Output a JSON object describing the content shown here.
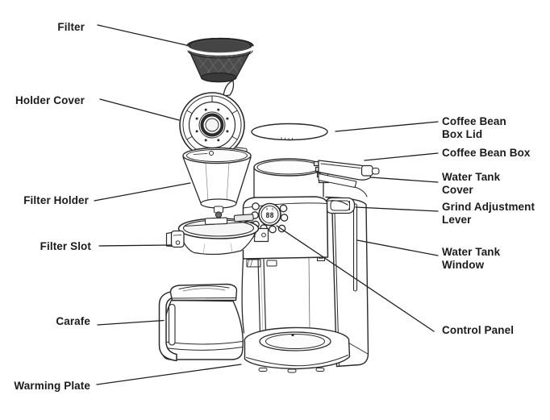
{
  "diagram": {
    "subject": "coffee-maker-exploded-parts-diagram",
    "labels": {
      "filter": "Filter",
      "holder_cover": "Holder Cover",
      "filter_holder": "Filter Holder",
      "filter_slot": "Filter Slot",
      "carafe": "Carafe",
      "warming_plate": "Warming Plate",
      "coffee_bean_box_lid": "Coffee Bean\nBox Lid",
      "coffee_bean_box": "Coffee Bean Box",
      "water_tank_cover": "Water Tank\nCover",
      "grind_adjustment_lever": "Grind Adjustment\nLever",
      "water_tank_window": "Water Tank\nWindow",
      "control_panel": "Control Panel"
    },
    "control_panel_display": "88",
    "colors": {
      "ink": "#1e1e1e",
      "background": "#ffffff",
      "filter_mesh": "#4c4c4c"
    }
  }
}
